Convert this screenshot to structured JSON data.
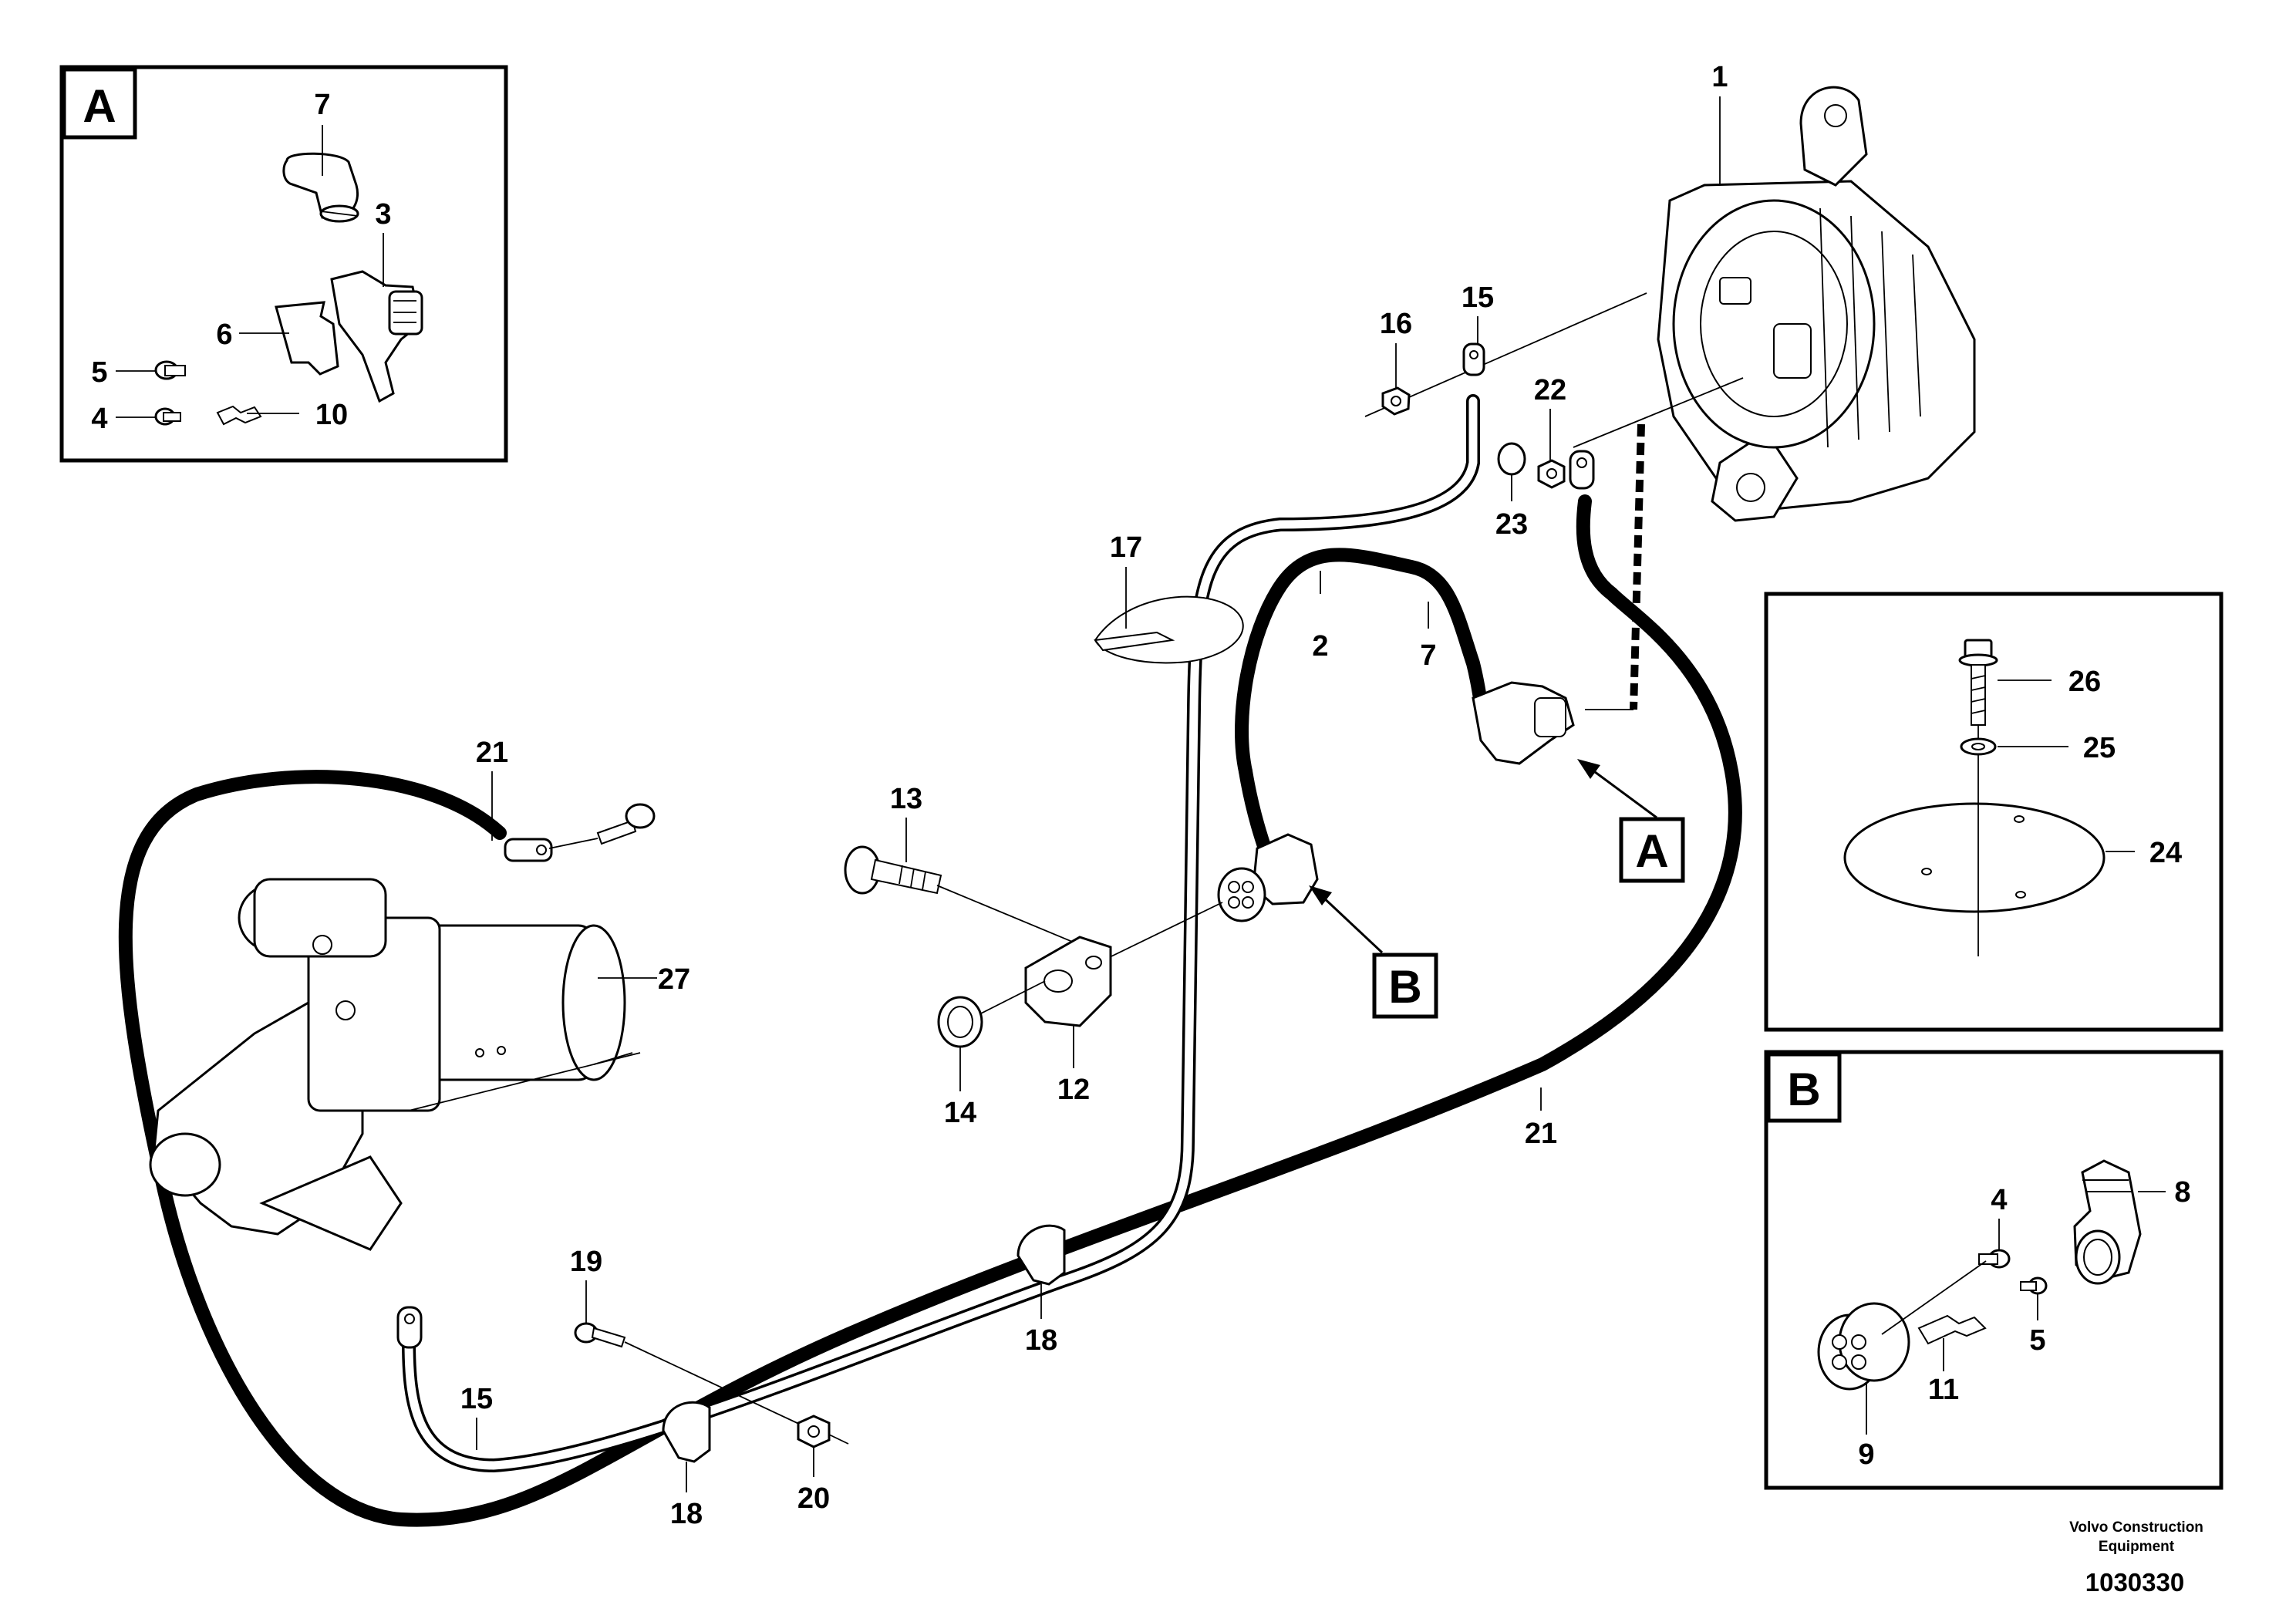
{
  "views": [
    {
      "letter": "A"
    },
    {
      "letter": "B"
    }
  ],
  "callouts": {
    "main": [
      "1",
      "2",
      "7",
      "12",
      "13",
      "14",
      "15",
      "15",
      "16",
      "17",
      "18",
      "18",
      "19",
      "20",
      "21",
      "21",
      "22",
      "23",
      "27"
    ],
    "detail_A": [
      "7",
      "3",
      "6",
      "5",
      "4",
      "10"
    ],
    "detail_24": [
      "26",
      "25",
      "24"
    ],
    "detail_B": [
      "4",
      "5",
      "8",
      "9",
      "11"
    ]
  },
  "footer": {
    "line1": "Volvo Construction",
    "line2": "Equipment",
    "doc_number": "1030330"
  }
}
